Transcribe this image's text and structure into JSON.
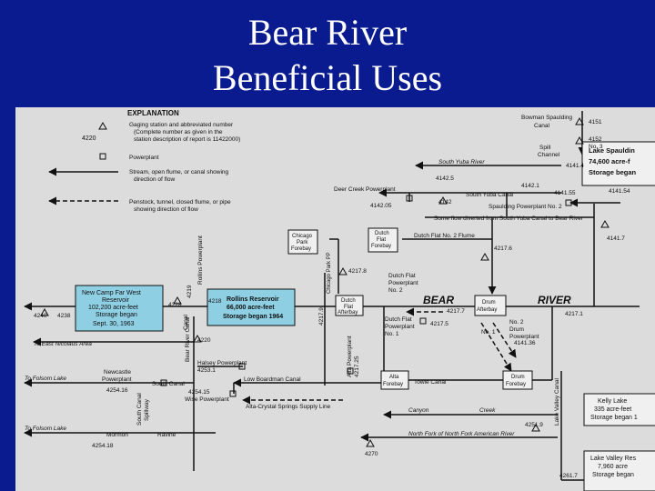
{
  "slide": {
    "title_line1": "Bear River",
    "title_line2": "Beneficial Uses"
  },
  "explanation": {
    "heading": "EXPLANATION",
    "gaging_text1": "Gaging station and abbreviated number",
    "gaging_text2": "(Complete number as given in the",
    "gaging_text3": "station description of report is 11422000)",
    "gaging_example": "4220",
    "powerplant": "Powerplant",
    "stream_text1": "Stream, open flume, or canal showing",
    "stream_text2": "direction of flow",
    "penstock_text1": "Penstock, tunnel, closed flume, or pipe",
    "penstock_text2": "showing direction of flow"
  },
  "labels": {
    "bowman_canal1": "Bowman Spaulding",
    "bowman_canal2": "Canal",
    "st4151": "4151",
    "st4152a": "4152",
    "st4152b": "No. 3",
    "spill1": "Spill",
    "spill2": "Channel",
    "lake_spaulding": "Lake Spauldin",
    "lake_spaulding_cap": "74,600 acre-f",
    "lake_spaulding_date": "Storage began",
    "st4141_4": "4141.4",
    "south_yuba_river": "South   Yuba   River",
    "st4142_5": "4142.5",
    "st4142_1": "4142.1",
    "deer_creek_pp": "Deer Creek Powerplant",
    "st4142": "4142",
    "south_yuba_canal": "South   Yuba   Canal",
    "st4141_55": "4141.55",
    "st4141_54": "4141.54",
    "st4142_05": "4142.05",
    "spaulding_pp2": "Spaulding Powerplant No. 2",
    "some_flow": "Some flow diverted from South Yuba Canal to Bear River",
    "st4141_7": "4141.7",
    "chicago_forebay1": "Chicago",
    "chicago_forebay2": "Park",
    "chicago_forebay3": "Forebay",
    "dutch_forebay1": "Dutch",
    "dutch_forebay2": "Flat",
    "dutch_forebay3": "Forebay",
    "dutch_flat2_flume": "Dutch Flat No. 2   Flume",
    "st4217_6": "4217.6",
    "st4217_8": "4217.8",
    "chicago_park_pp": "Chicago Park PP",
    "dutch_flat_pp2a": "Dutch Flat",
    "dutch_flat_pp2b": "Powerplant",
    "dutch_flat_pp2c": "No. 2",
    "new_camp_far_west1": "New Camp Far West",
    "new_camp_far_west2": "Reservoir",
    "new_camp_far_west3": "102,200 acre-feet",
    "new_camp_far_west4": "Storage began",
    "new_camp_far_west5": "Sept. 30, 1963",
    "rollins_reservoir1": "Rollins Reservoir",
    "rollins_reservoir2": "66,000 acre-feet",
    "rollins_reservoir3": "Storage began 1964",
    "st4228": "4228",
    "st4218": "4218",
    "st4219": "4219",
    "rollins_pp": "Rollins Powerplant",
    "st4217_9": "4217.9",
    "dutch_afterbay1": "Dutch",
    "dutch_afterbay2": "Flat",
    "dutch_afterbay3": "Afterbay",
    "bear_river1": "BEAR",
    "bear_river2": "RIVER",
    "drum_afterbay1": "Drum",
    "drum_afterbay2": "Afterbay",
    "st4217_7": "4217.7",
    "st4217_1": "4217.1",
    "st4240": "4240",
    "st4238": "4238",
    "dutch_flat_pp1a": "Dutch Flat",
    "dutch_flat_pp1b": "Powerplant",
    "dutch_flat_pp1c": "No. 1",
    "st4217_5": "4217.5",
    "drum_pp2a": "No. 2",
    "drum_pp2b": "Drum",
    "drum_pp2c": "Powerplant",
    "st4141_36": "4141.36",
    "no1": "No. 1",
    "to_east_nicolaus": "To East Nicolaus Area",
    "bear_river_canal": "Bear River Canal",
    "st4220": "4220",
    "canal": "Canal",
    "halsey_pp": "Halsey Powerplant",
    "st4253_1": "4253.1",
    "alta_pp": "Alta Powerplant",
    "st4217_25": "4217.25",
    "to_folsom_lake1": "To Folsom Lake",
    "newcastle_pp1": "Newcastle",
    "newcastle_pp2": "Powerplant",
    "st4254_16": "4254.16",
    "south_canal": "South Canal",
    "low_boardman": "Low Boardman Canal",
    "st4254_15": "4254.15",
    "wise_pp": "Wise Powerplant",
    "alta_forebay1": "Alta",
    "alta_forebay2": "Forebay",
    "towle_canal": "Towle Canal",
    "drum_forebay1": "Drum",
    "drum_forebay2": "Forebay",
    "lake_valley_canal": "Lake Valley Canal",
    "kelly_lake1": "Kelly Lake",
    "kelly_lake2": "335 acre-feet",
    "kelly_lake3": "Storage began 1",
    "alta_crystal": "Alta-Crystal Springs Supply Line",
    "south_canal_spillway1": "South Canal",
    "south_canal_spillway2": "Spillway",
    "canyon_creek1": "Canyon",
    "canyon_creek2": "Creek",
    "st4251_9": "4251.9",
    "north_fork": "North Fork of North Fork American River",
    "to_folsom_lake2": "To Folsom Lake",
    "mormon": "Mormon",
    "ravine": "Ravine",
    "st4270": "4270",
    "st4254_18": "4254.18",
    "lake_valley_res1": "Lake Valley Res",
    "lake_valley_res2": "7,960 acre",
    "lake_valley_res3": "Storage began",
    "st4261_7": "4261.7"
  },
  "colors": {
    "background": "#0a1b8f",
    "map_paper": "#dcdcdc",
    "reservoir": "#8ecfe4",
    "line": "#111111"
  }
}
